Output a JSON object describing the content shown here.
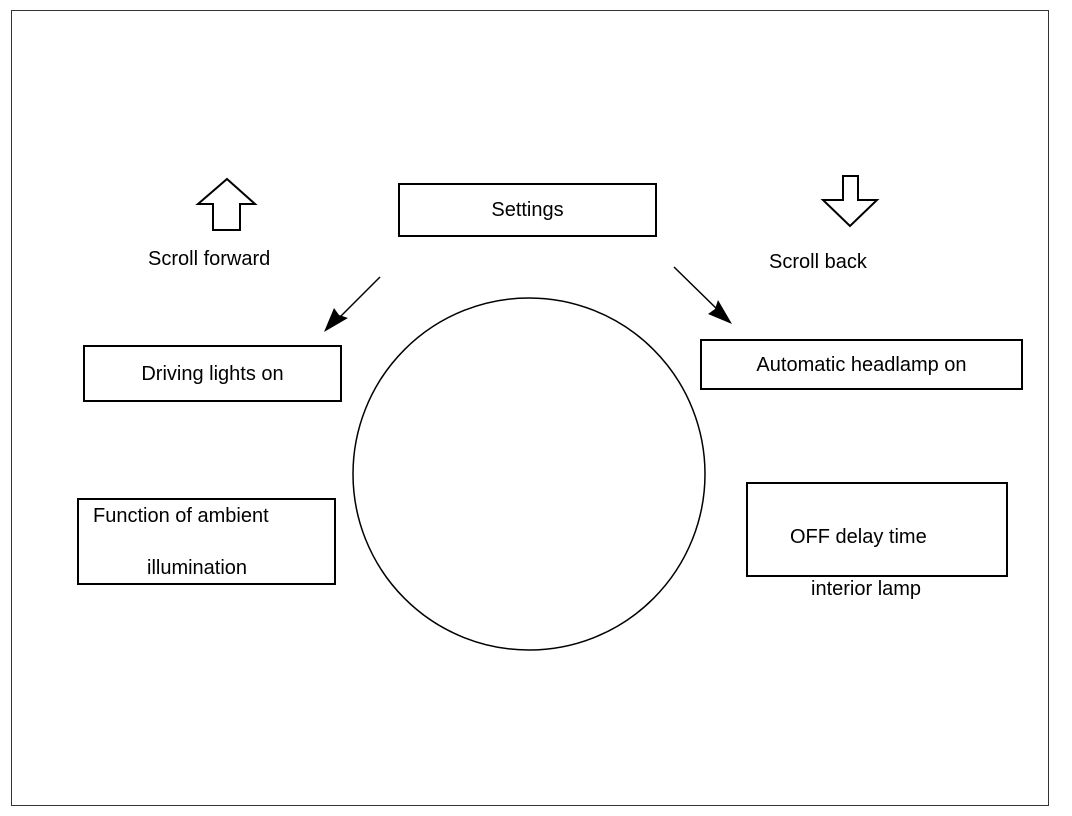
{
  "settings_label": "Settings",
  "scroll_forward_label": "Scroll forward",
  "scroll_back_label": "Scroll back",
  "items": {
    "driving_lights": "Driving lights on",
    "automatic_headlamp": "Automatic headlamp on",
    "ambient_illumination_line1": "Function of ambient",
    "ambient_illumination_line2": "illumination",
    "off_delay_line1": "OFF delay time",
    "off_delay_line2": "interior lamp"
  },
  "icons": {
    "scroll_forward": "up-arrow-icon",
    "scroll_back": "down-arrow-icon"
  }
}
